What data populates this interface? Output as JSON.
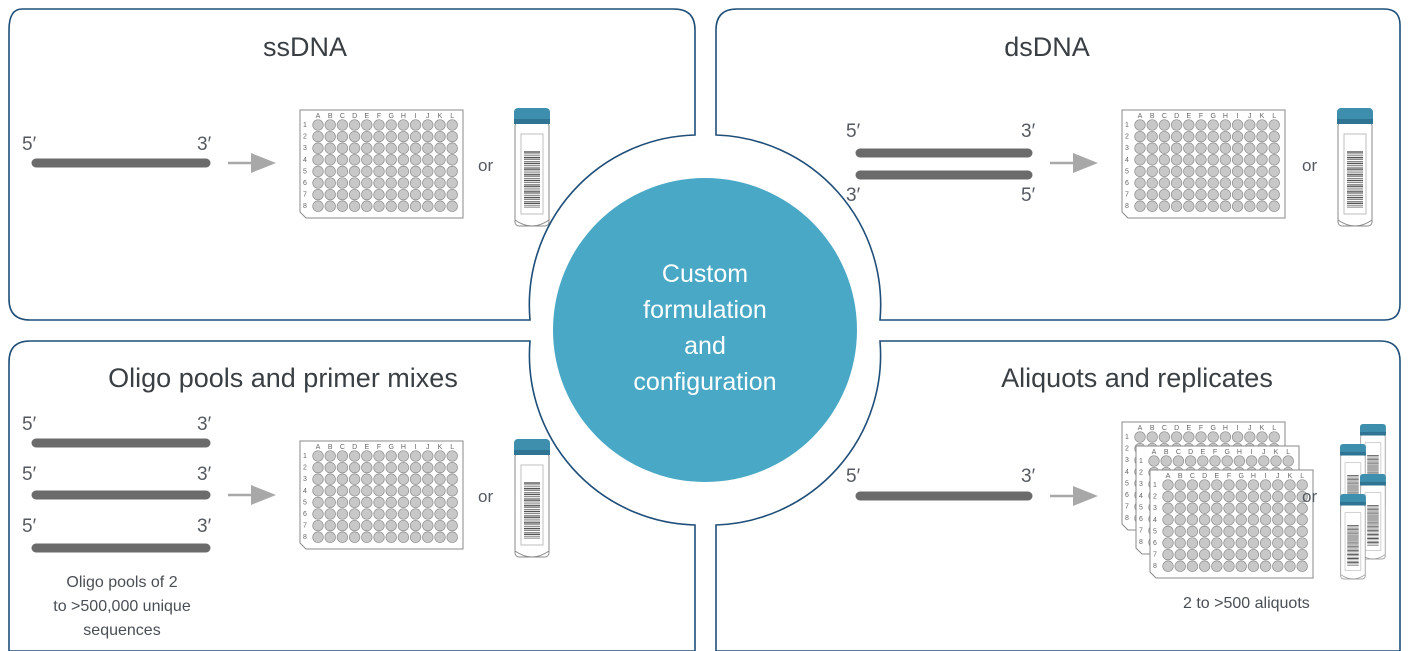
{
  "center": {
    "lines": [
      "Custom",
      "formulation",
      "and",
      "configuration"
    ]
  },
  "quadrants": {
    "ssdna": {
      "title": "ssDNA",
      "five": "5′",
      "three": "3′",
      "or": "or"
    },
    "dsdna": {
      "title": "dsDNA",
      "top_five": "5′",
      "top_three": "3′",
      "bottom_three": "3′",
      "bottom_five": "5′",
      "or": "or"
    },
    "pools": {
      "title": "Oligo pools and primer mixes",
      "strands": [
        {
          "five": "5′",
          "three": "3′"
        },
        {
          "five": "5′",
          "three": "3′"
        },
        {
          "five": "5′",
          "three": "3′"
        }
      ],
      "note_lines": [
        "Oligo pools of 2",
        "to >500,000 unique",
        "sequences"
      ],
      "or": "or"
    },
    "aliquots": {
      "title": "Aliquots and replicates",
      "five": "5′",
      "three": "3′",
      "or": "or",
      "note": "2 to >500 aliquots"
    }
  },
  "plate": {
    "columns": [
      "A",
      "B",
      "C",
      "D",
      "E",
      "F",
      "G",
      "H",
      "I",
      "J",
      "K",
      "L"
    ],
    "rows": [
      "1",
      "2",
      "3",
      "4",
      "5",
      "6",
      "7",
      "8"
    ]
  },
  "colors": {
    "border": "#1f4e79",
    "circle": "#49a8c5",
    "strand": "#6b6b6b",
    "arrow": "#a8a8a8",
    "well": "#c8c8c8",
    "cap": "#3d8fad"
  }
}
